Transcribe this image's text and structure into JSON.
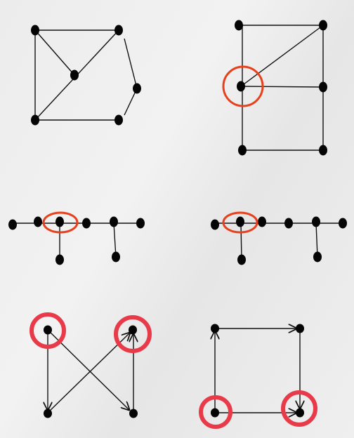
{
  "colors": {
    "background": "#ececec",
    "node": "#050505",
    "edge": "#111111",
    "highlight_thin": "#e8401c",
    "highlight_thick": "#e83a48"
  },
  "diagrams": [
    {
      "id": "graph-top-left",
      "directed": false,
      "nodes": 6,
      "edges": 8,
      "highlighted_nodes": 0
    },
    {
      "id": "graph-top-right",
      "directed": false,
      "nodes": 6,
      "edges": 8,
      "highlighted_nodes": 1
    },
    {
      "id": "tree-middle-left",
      "directed": false,
      "nodes": 8,
      "edges": 7,
      "highlighted_nodes": 1
    },
    {
      "id": "tree-middle-right",
      "directed": false,
      "nodes": 8,
      "edges": 7,
      "highlighted_nodes": 1
    },
    {
      "id": "digraph-bottom-left",
      "directed": true,
      "nodes": 4,
      "edges": 4,
      "highlighted_nodes": 2
    },
    {
      "id": "digraph-bottom-right",
      "directed": true,
      "nodes": 4,
      "edges": 4,
      "highlighted_nodes": 2
    }
  ]
}
